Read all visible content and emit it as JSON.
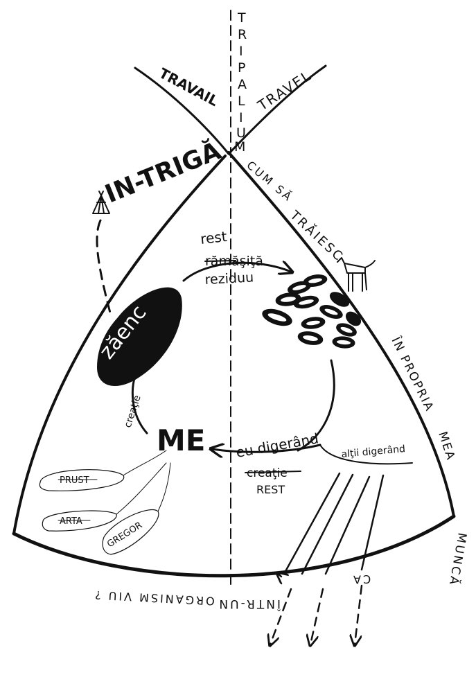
{
  "colors": {
    "ink": "#111111",
    "paper": "#ffffff"
  },
  "labels": {
    "tripalium": [
      "T",
      "R",
      "I",
      "P",
      "A",
      "L",
      "I",
      "U",
      "M"
    ],
    "travail": "TRAVAIL",
    "travel": "TRAVEL",
    "intriga": "IN-TRIGĂ",
    "cum_sa": "CUM SĂ",
    "traiesc": "TRĂIESC",
    "in_propria": "ÎN PROPRIA",
    "mea": "MEA",
    "munca": "MUNCĂ",
    "ca": "CA",
    "intr_un": "ÎNTR-UN",
    "organism_viu": "ORGANISM VIU ?",
    "rest": "rest",
    "ramasita": "rămăşiţă",
    "reziduu": "reziduu",
    "zaenc": "zăenc",
    "creatie_left": "creaţie",
    "me": "ME",
    "eu_digerand": "eu digerând",
    "creatie_struck": "creaţie",
    "rest_bottom": "REST",
    "altii_digerand": "alţii digerând",
    "proust": "PRUST",
    "arta": "ARTA",
    "gregor": "GREGOR"
  }
}
